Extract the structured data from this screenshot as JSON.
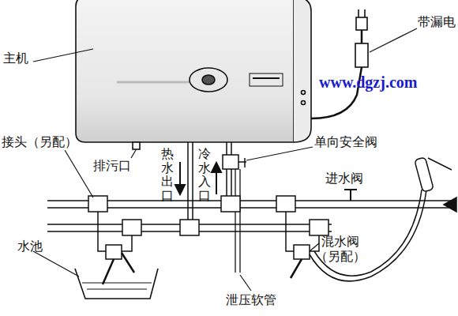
{
  "diagram": {
    "labels": [
      "主机",
      "带漏电",
      "www.dgzj.com",
      "接头（另配）",
      "排污口",
      "热水出口",
      "冷水入口",
      "单向安全阀",
      "进水阀",
      "水池",
      "混水阀 （另配）",
      "泄压软管"
    ]
  }
}
